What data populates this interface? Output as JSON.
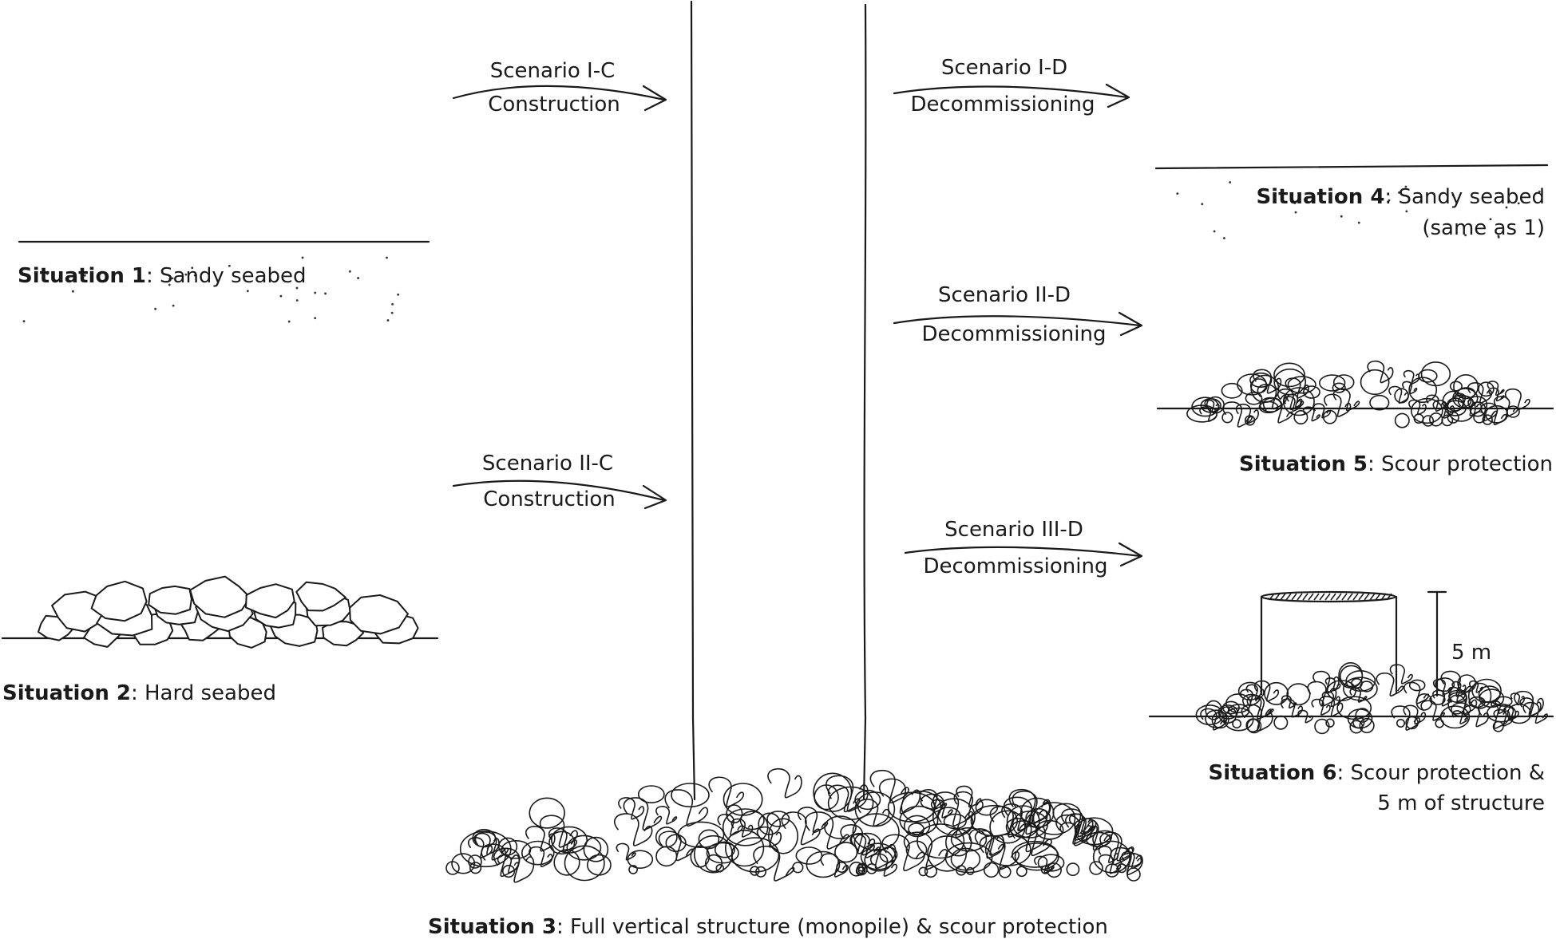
{
  "situations": {
    "s1": {
      "bold": "Situation 1",
      "text": ": Sandy seabed"
    },
    "s2": {
      "bold": "Situation 2",
      "text": ": Hard seabed"
    },
    "s3": {
      "bold": "Situation 3",
      "text": ": Full vertical structure (monopile) & scour protection"
    },
    "s4": {
      "bold": "Situation 4",
      "text": ": Sandy seabed",
      "line2": "(same as 1)"
    },
    "s5": {
      "bold": "Situation 5",
      "text": ": Scour protection"
    },
    "s6": {
      "bold": "Situation 6",
      "text": ": Scour protection &",
      "line2": "5 m of structure"
    }
  },
  "scenarios": {
    "ic": {
      "name": "Scenario I-C",
      "phase": "Construction"
    },
    "iic": {
      "name": "Scenario II-C",
      "phase": "Construction"
    },
    "id": {
      "name": "Scenario I-D",
      "phase": "Decommissioning"
    },
    "iid": {
      "name": "Scenario II-D",
      "phase": "Decommissioning"
    },
    "iiid": {
      "name": "Scenario III-D",
      "phase": "Decommissioning"
    }
  },
  "dimension": {
    "label": "5 m"
  },
  "colors": {
    "ink": "#1a1a1a",
    "background": "#ffffff"
  }
}
